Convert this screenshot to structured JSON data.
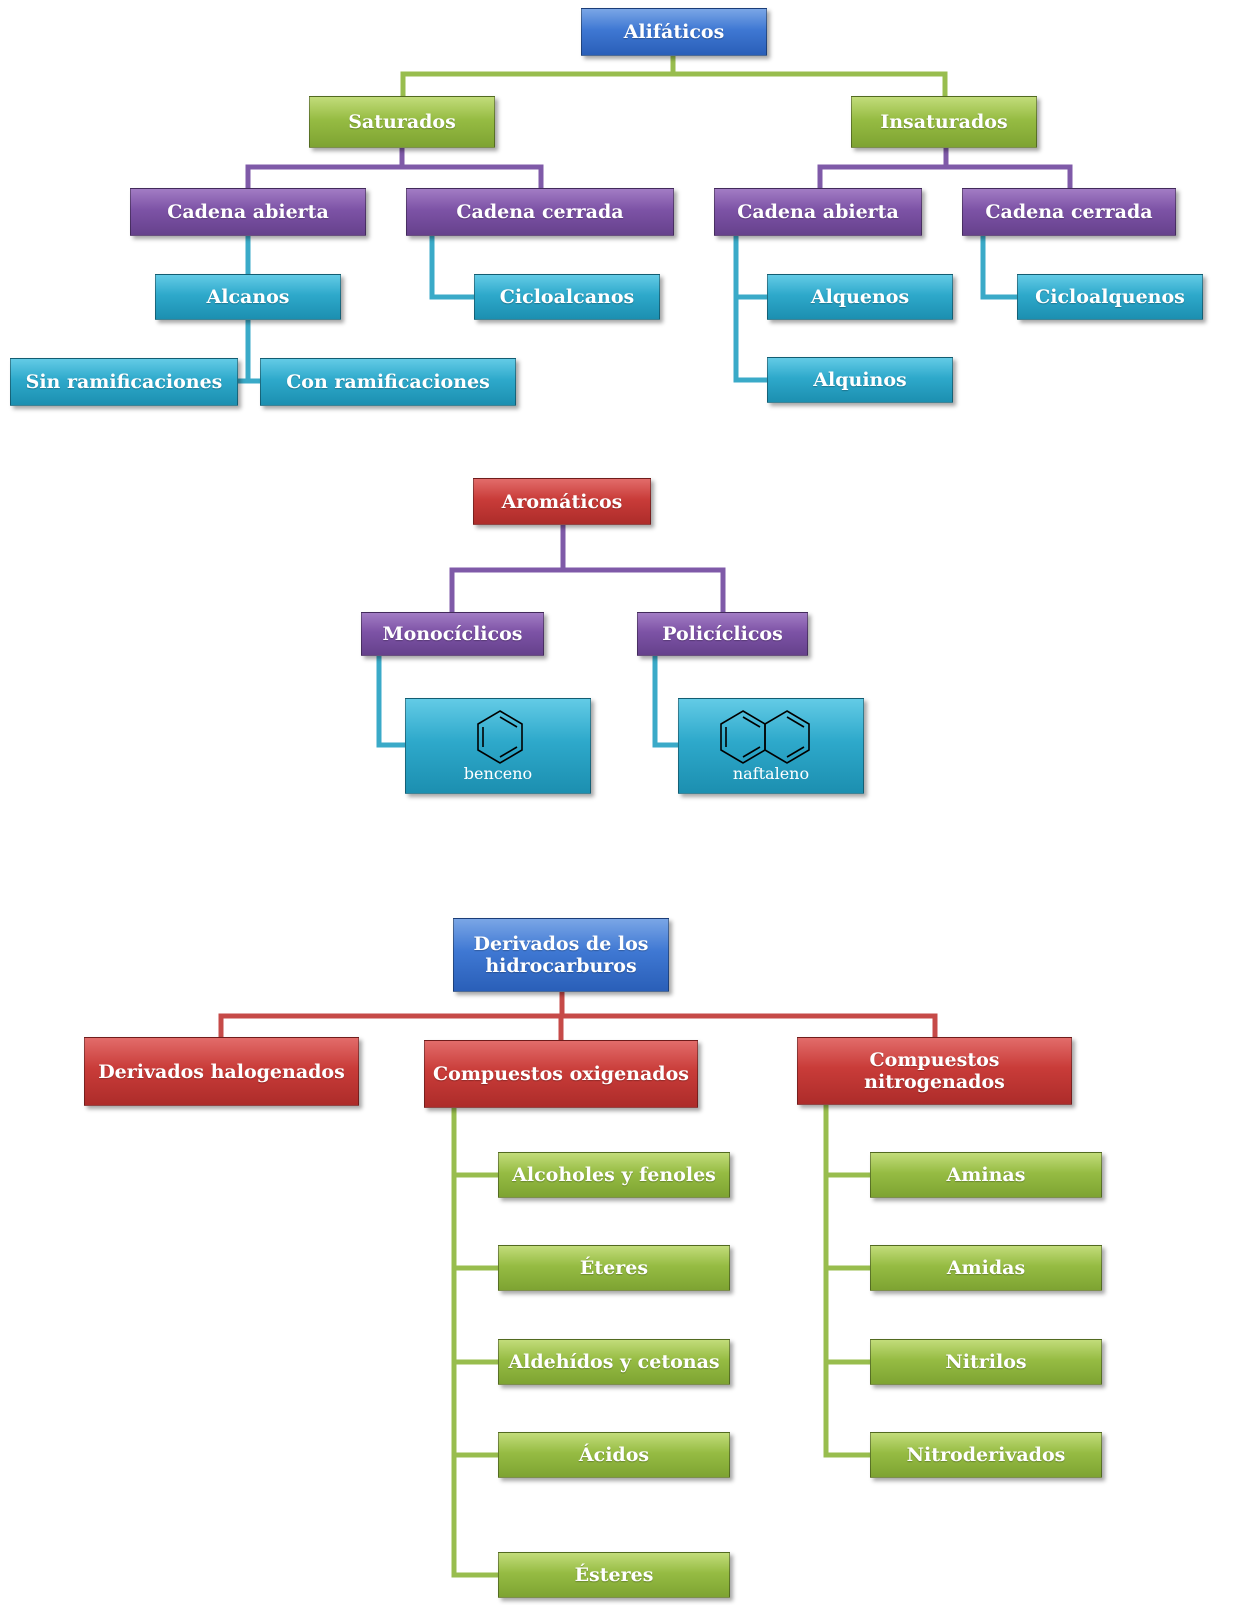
{
  "colors": {
    "green_line": "#98bd4e",
    "purple_line": "#7f5aa8",
    "cyan_line": "#3aaac8",
    "red_line": "#c64a48"
  },
  "aliphatic": {
    "root": "Alifáticos",
    "saturated": "Saturados",
    "unsaturated": "Insaturados",
    "sat_open": "Cadena abierta",
    "sat_closed": "Cadena cerrada",
    "unsat_open": "Cadena abierta",
    "unsat_closed": "Cadena cerrada",
    "alkanes": "Alcanos",
    "cycloalkanes": "Cicloalcanos",
    "alkenes": "Alquenos",
    "alkynes": "Alquinos",
    "cycloalkenes": "Cicloalquenos",
    "no_branches": "Sin ramificaciones",
    "branches": "Con ramificaciones"
  },
  "aromatic": {
    "root": "Aromáticos",
    "monocyclic": "Monocíclicos",
    "polycyclic": "Policíclicos",
    "benzene_caption": "benceno",
    "naphthalene_caption": "naftaleno"
  },
  "derivatives": {
    "root": "Derivados de los hidrocarburos",
    "halogenated": "Derivados halogenados",
    "oxygenated": "Compuestos oxigenados",
    "nitrogenated": "Compuestos nitrogenados",
    "oxygenated_items": [
      "Alcoholes y fenoles",
      "Éteres",
      "Aldehídos y cetonas",
      "Ácidos",
      "Ésteres"
    ],
    "nitrogenated_items": [
      "Aminas",
      "Amidas",
      "Nitrilos",
      "Nitroderivados"
    ]
  }
}
